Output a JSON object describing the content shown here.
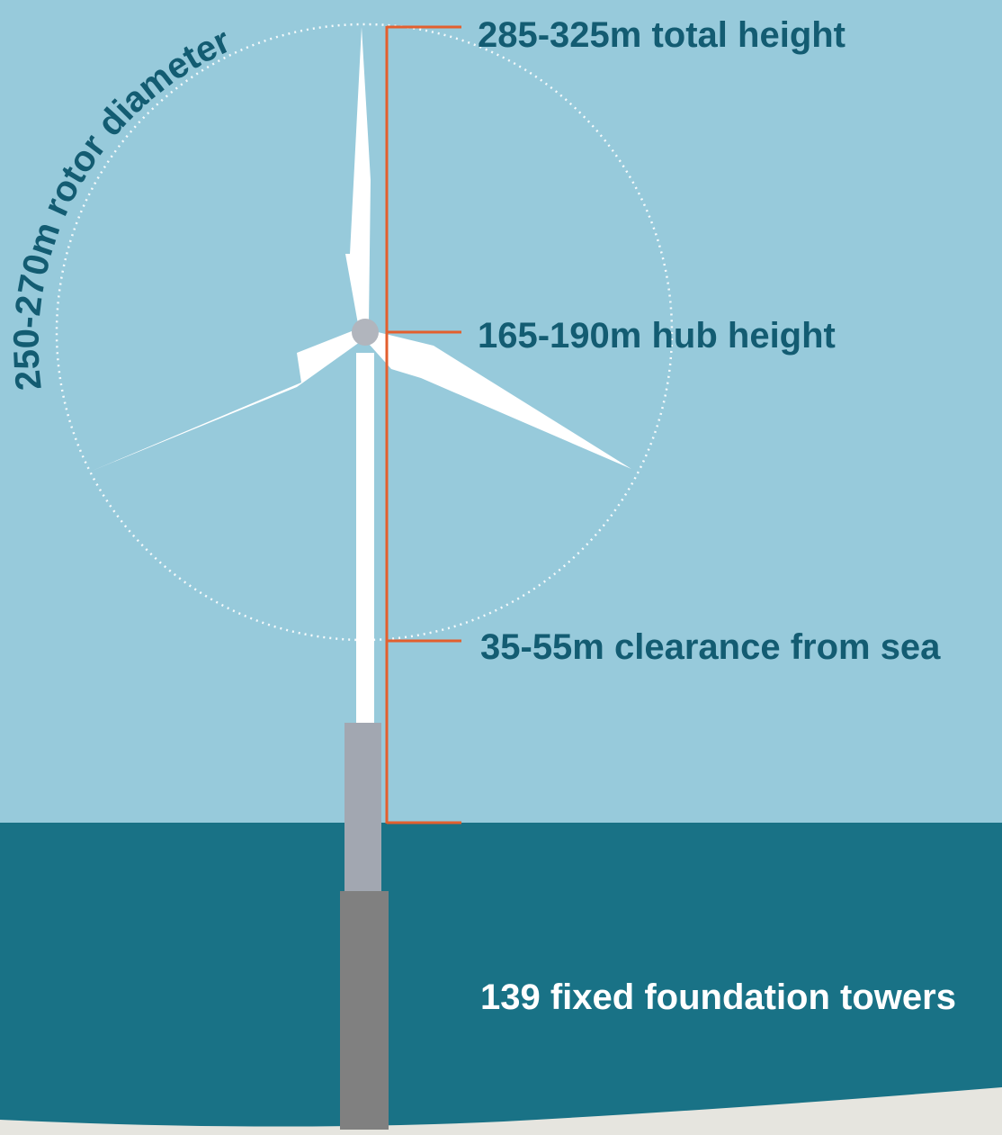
{
  "labels": {
    "rotor_diameter": "250-270m rotor diameter",
    "total_height": "285-325m total height",
    "hub_height": "165-190m hub height",
    "clearance": "35-55m clearance from sea",
    "foundation": "139 fixed foundation towers"
  },
  "colors": {
    "sky": "#97cadb",
    "sea": "#197286",
    "seabed": "#e6e5df",
    "dimension_line": "#e35f2e",
    "label_text": "#135c72",
    "foundation_text": "#ffffff",
    "turbine": "#ffffff",
    "transition_piece": "#a2a7b1",
    "monopile": "#808080",
    "hub": "#b1b5bd"
  }
}
